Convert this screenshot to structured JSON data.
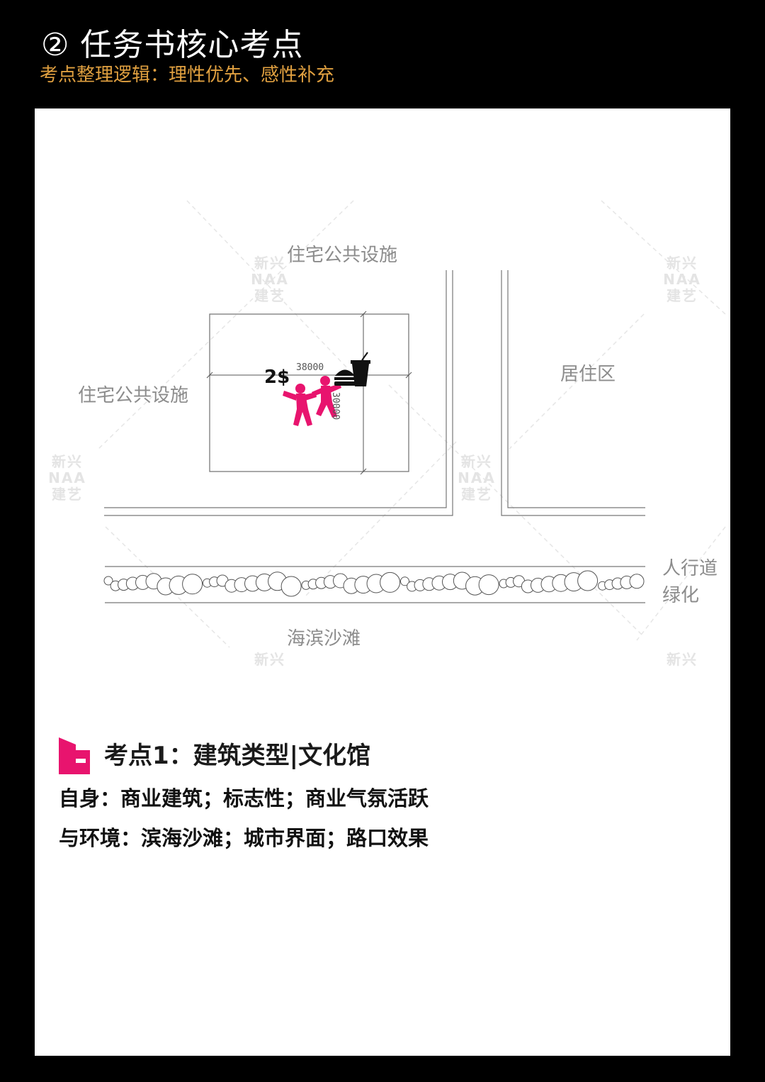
{
  "header": {
    "title": "② 任务书核心考点",
    "subtitle": "考点整理逻辑：理性优先、感性补充",
    "subtitle_color": "#e0a040"
  },
  "diagram": {
    "labels": {
      "top_facility": "住宅公共设施",
      "left_facility": "住宅公共设施",
      "residential": "居住区",
      "sidewalk_line1": "人行道",
      "sidewalk_line2": "绿化",
      "beach": "海滨沙滩"
    },
    "dimensions": {
      "width": "38000",
      "depth": "30000"
    },
    "price_tag": "2$",
    "icons": [
      "dancing-people-icon",
      "burger-drink-icon"
    ],
    "accent_color": "#e8146e",
    "watermark": {
      "line1": "新兴",
      "line2": "NAA",
      "line3": "建艺"
    }
  },
  "point": {
    "title": "考点1：建筑类型|文化馆",
    "lines": [
      "自身：商业建筑；标志性；商业气氛活跃",
      "与环境：滨海沙滩；城市界面；路口效果"
    ]
  }
}
